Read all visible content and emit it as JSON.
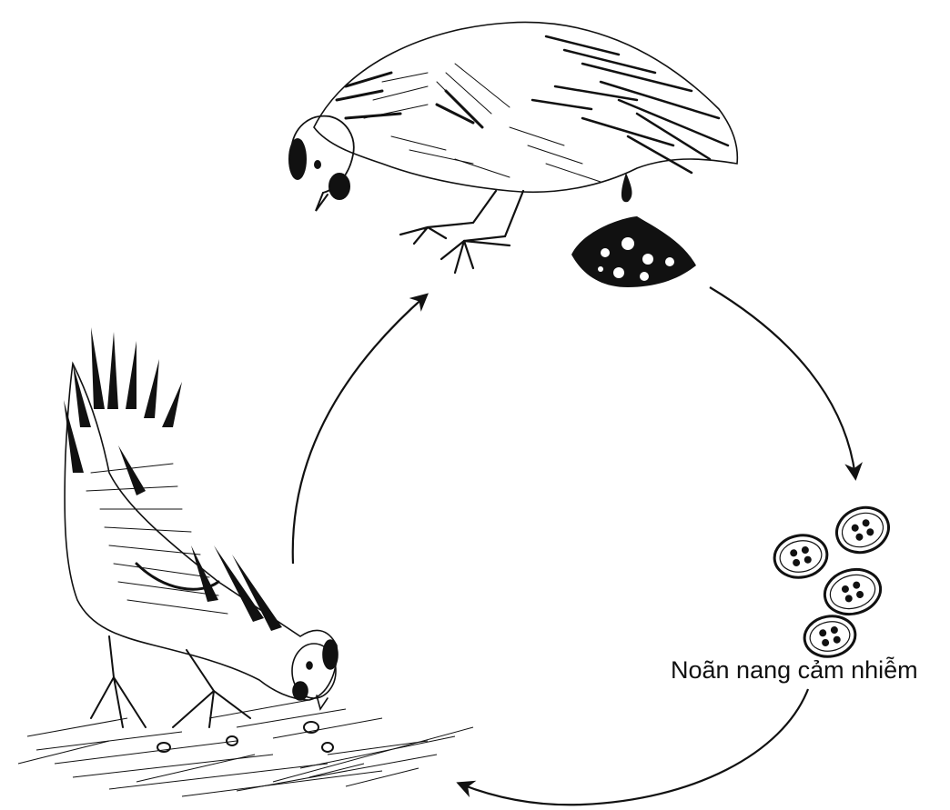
{
  "diagram": {
    "stages": [
      {
        "id": "standing-chicken",
        "icon": "chicken-icon"
      },
      {
        "id": "dropping-with-oocysts",
        "icon": "feces-icon"
      },
      {
        "id": "infective-oocysts",
        "icon": "oocyst-icon",
        "label": "Noãn nang cảm nhiễm",
        "oocyst_count": 4
      },
      {
        "id": "pecking-chicken",
        "icon": "chicken-icon"
      }
    ],
    "flow": "clockwise",
    "colors": {
      "ink": "#111111",
      "background": "#ffffff"
    }
  }
}
